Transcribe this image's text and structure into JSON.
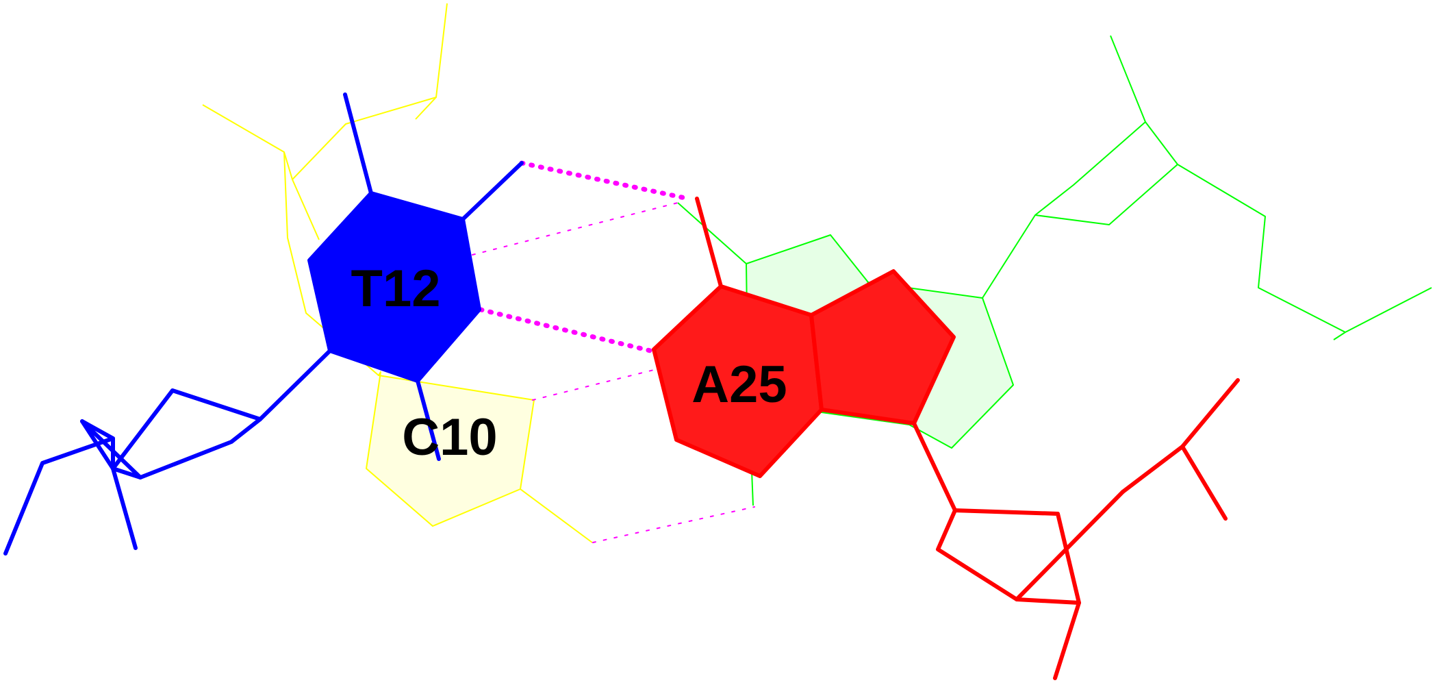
{
  "residues": {
    "t12": {
      "label": "T12",
      "color": "#0000ff"
    },
    "c10": {
      "label": "C10",
      "color": "#ffff00",
      "fill": "#ffffe0"
    },
    "a25": {
      "label": "A25",
      "color": "#ff0000",
      "fill": "#ff1a1a"
    },
    "green": {
      "color": "#00ff00",
      "fill": "#e6ffe6"
    }
  },
  "hbond_color": "#ff00ff"
}
